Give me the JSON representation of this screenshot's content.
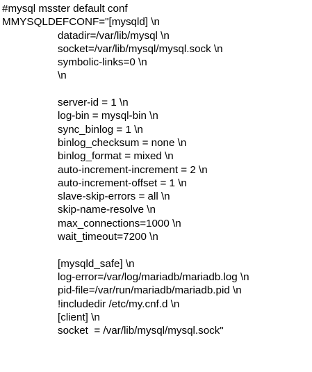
{
  "document": {
    "lines": [
      {
        "text": "#mysql msster default conf",
        "indent": false
      },
      {
        "text": "MMYSQLDEFCONF=\"[mysqld] \\n",
        "indent": false
      },
      {
        "text": "datadir=/var/lib/mysql \\n",
        "indent": true
      },
      {
        "text": "socket=/var/lib/mysql/mysql.sock \\n",
        "indent": true
      },
      {
        "text": "symbolic-links=0 \\n",
        "indent": true
      },
      {
        "text": "\\n",
        "indent": true
      },
      {
        "text": "",
        "indent": true
      },
      {
        "text": "server-id = 1 \\n",
        "indent": true
      },
      {
        "text": "log-bin = mysql-bin \\n",
        "indent": true
      },
      {
        "text": "sync_binlog = 1 \\n",
        "indent": true
      },
      {
        "text": "binlog_checksum = none \\n",
        "indent": true
      },
      {
        "text": "binlog_format = mixed \\n",
        "indent": true
      },
      {
        "text": "auto-increment-increment = 2 \\n",
        "indent": true
      },
      {
        "text": "auto-increment-offset = 1 \\n",
        "indent": true
      },
      {
        "text": "slave-skip-errors = all \\n",
        "indent": true
      },
      {
        "text": "skip-name-resolve \\n",
        "indent": true
      },
      {
        "text": "max_connections=1000 \\n",
        "indent": true
      },
      {
        "text": "wait_timeout=7200 \\n",
        "indent": true
      },
      {
        "text": "",
        "indent": true
      },
      {
        "text": "[mysqld_safe] \\n",
        "indent": true
      },
      {
        "text": "log-error=/var/log/mariadb/mariadb.log \\n",
        "indent": true
      },
      {
        "text": "pid-file=/var/run/mariadb/mariadb.pid \\n",
        "indent": true
      },
      {
        "text": "!includedir /etc/my.cnf.d \\n",
        "indent": true
      },
      {
        "text": "[client] \\n",
        "indent": true
      },
      {
        "text": "socket  = /var/lib/mysql/mysql.sock\"",
        "indent": true
      }
    ]
  }
}
